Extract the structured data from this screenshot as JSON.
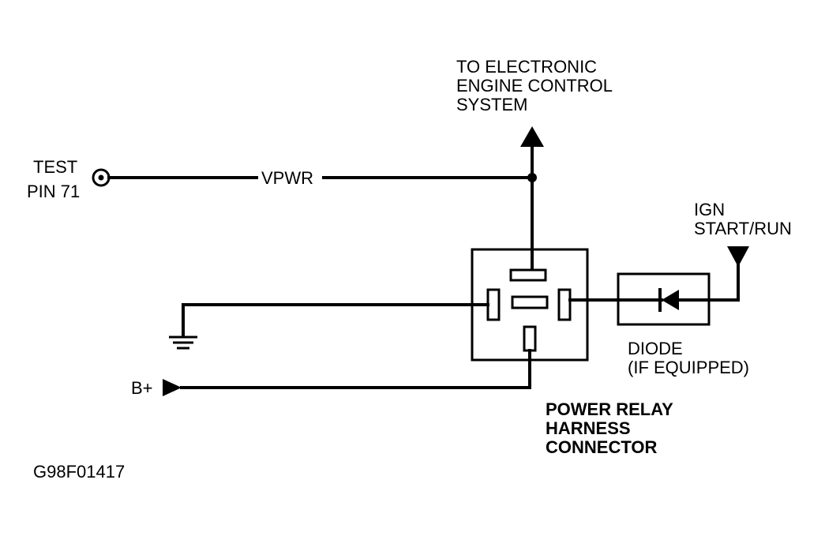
{
  "labels": {
    "eec_line1": "TO ELECTRONIC",
    "eec_line2": "ENGINE CONTROL",
    "eec_line3": "SYSTEM",
    "test_line1": "TEST",
    "test_line2": "PIN 71",
    "vpwr": "VPWR",
    "ign_line1": "IGN",
    "ign_line2": "START/RUN",
    "diode_line1": "DIODE",
    "diode_line2": "(IF EQUIPPED)",
    "bplus": "B+",
    "connector_line1": "POWER RELAY",
    "connector_line2": "HARNESS",
    "connector_line3": "CONNECTOR",
    "figure_id": "G98F01417"
  },
  "colors": {
    "ink": "#000000",
    "background": "#ffffff"
  }
}
